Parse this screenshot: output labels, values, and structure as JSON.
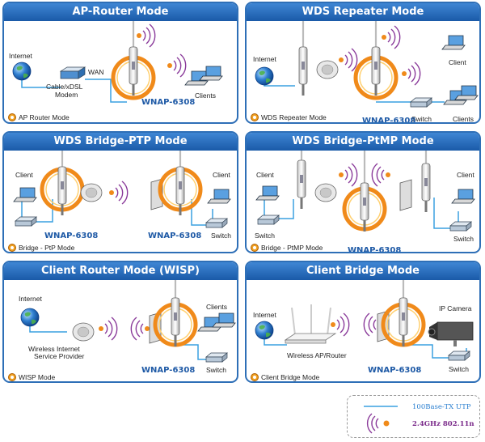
{
  "panels": {
    "ap_router": {
      "title": "AP-Router Mode",
      "internet": "Internet",
      "modem1": "Cable/xDSL",
      "modem2": "Modem",
      "wan": "WAN",
      "clients": "Clients",
      "product": "WNAP-6308",
      "caption": "AP Router Mode"
    },
    "wds_repeater": {
      "title": "WDS Repeater Mode",
      "internet": "Internet",
      "client": "Client",
      "clients": "Clients",
      "switch": "Switch",
      "product": "WNAP-6308",
      "caption": "WDS Repeater Mode"
    },
    "wds_ptp": {
      "title": "WDS Bridge-PTP Mode",
      "client_left": "Client",
      "client_right": "Client",
      "switch": "Switch",
      "product_left": "WNAP-6308",
      "product_right": "WNAP-6308",
      "caption": "Bridge - PtP Mode"
    },
    "wds_ptmp": {
      "title": "WDS Bridge-PtMP Mode",
      "client_left": "Client",
      "client_right": "Client",
      "switch_left": "Switch",
      "switch_right": "Switch",
      "product": "WNAP-6308",
      "caption": "Bridge - PtMP Mode"
    },
    "client_router": {
      "title": "Client Router Mode (WISP)",
      "internet": "Internet",
      "wisp1": "Wireless Internet",
      "wisp2": "Service Provider",
      "clients": "Clients",
      "switch": "Switch",
      "product": "WNAP-6308",
      "caption": "WISP Mode"
    },
    "client_bridge": {
      "title": "Client Bridge Mode",
      "internet": "Internet",
      "ap": "Wireless AP/Router",
      "ipcam": "IP Camera",
      "switch": "Switch",
      "product": "WNAP-6308",
      "caption": "Client Bridge Mode"
    }
  },
  "legend": {
    "utp": "100Base-TX UTP",
    "wireless": "2.4GHz 802.11n"
  },
  "colors": {
    "panel_border": "#2e6fb7",
    "header": "#1a5aa8",
    "product_text": "#1f5aa6",
    "cable": "#3aa0e0",
    "wave": "#8a3a9a",
    "ring": "#f08a1a"
  }
}
